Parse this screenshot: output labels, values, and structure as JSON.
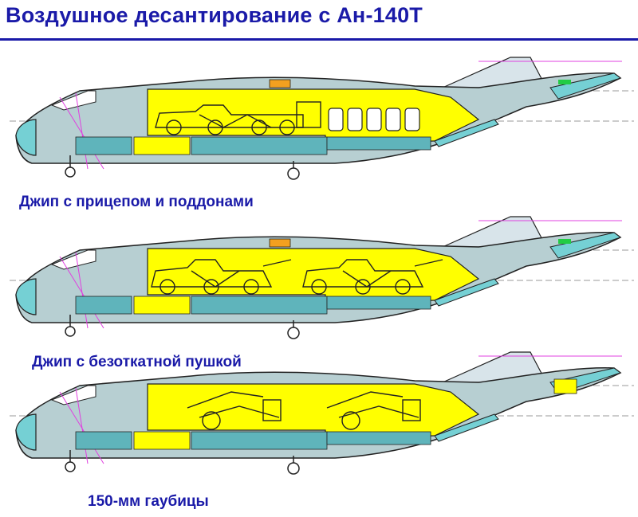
{
  "header": {
    "title": "Воздушное десантирование с Ан-140Т"
  },
  "configurations": [
    {
      "caption": "Джип с прицепом и поддонами"
    },
    {
      "caption": "Джип с безоткатной пушкой"
    },
    {
      "caption": "150-мм гаубицы"
    }
  ],
  "colors": {
    "title": "#1a1aa8",
    "cargo_hold": "#ffff00",
    "fuselage_fill": "#b7cfd2",
    "floor_blocks": "#5fb4bb",
    "nose_tail": "#75d0d4",
    "green_marker": "#22cc44",
    "orange_marker": "#f2a020",
    "outline": "#222222",
    "guideline": "#9a9a9a",
    "pink_lines": "#e040e0"
  }
}
